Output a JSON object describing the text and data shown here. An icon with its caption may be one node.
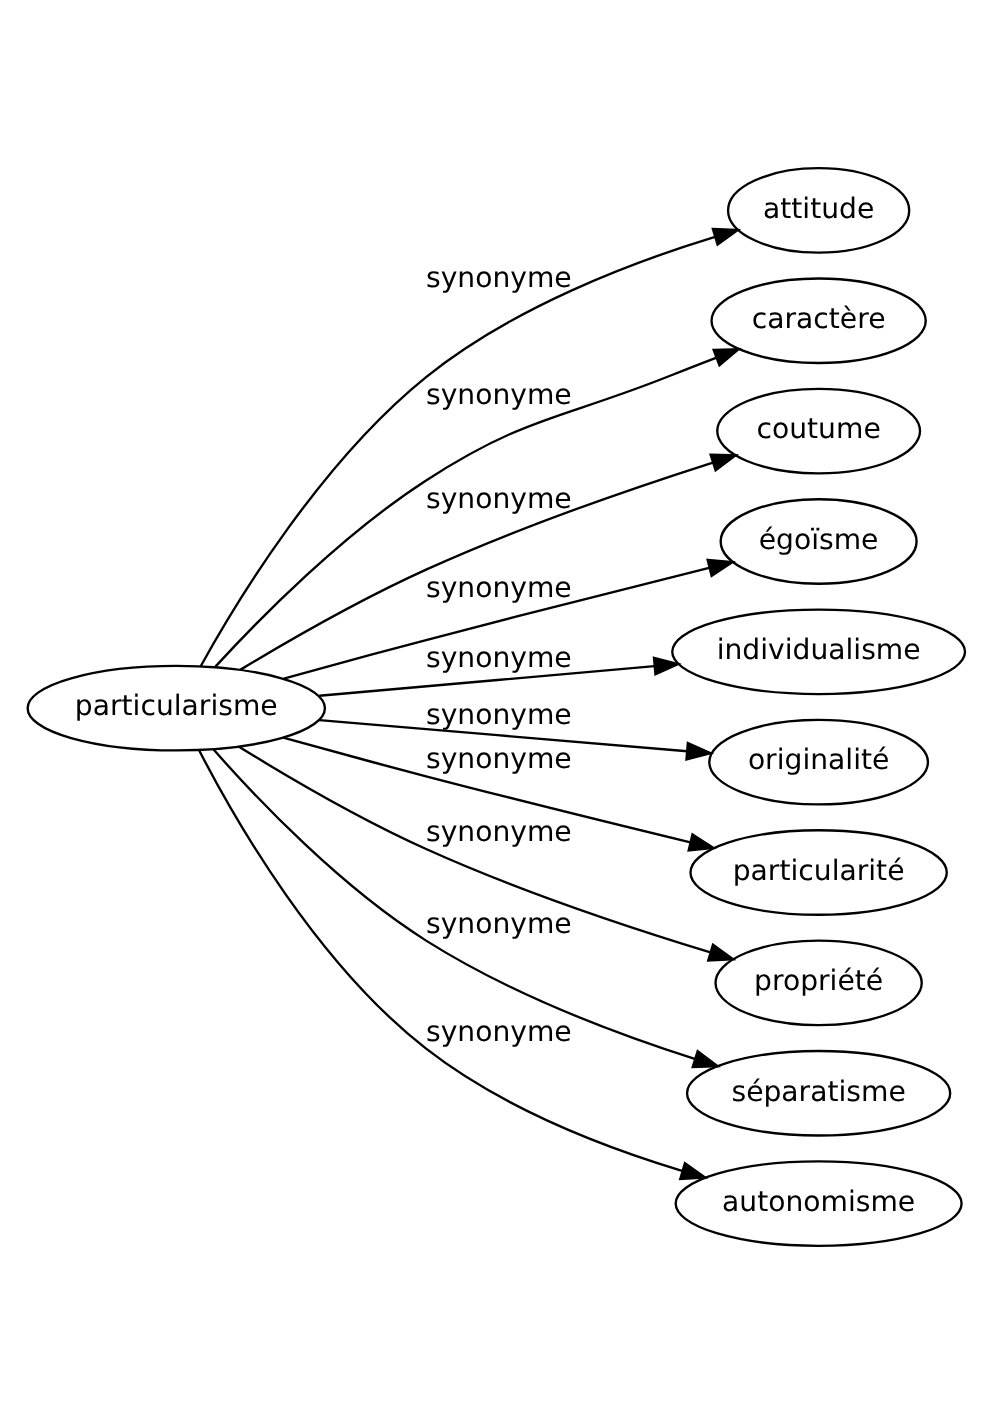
{
  "diagram": {
    "nodes": [
      {
        "text": [
          "particularisme"
        ]
      },
      {
        "text": [
          "attitude"
        ]
      },
      {
        "text": [
          "caractère"
        ]
      },
      {
        "text": [
          "coutume"
        ]
      },
      {
        "text": [
          "égoïsme"
        ]
      },
      {
        "text": [
          "individualisme"
        ]
      },
      {
        "text": [
          "originalité"
        ]
      },
      {
        "text": [
          "particularité"
        ]
      },
      {
        "text": [
          "propriété"
        ]
      },
      {
        "text": [
          "séparatisme"
        ]
      },
      {
        "text": [
          "autonomisme"
        ]
      }
    ],
    "edges": [
      {
        "from": 0,
        "to": 1,
        "arrow": "to",
        "label": "synonyme"
      },
      {
        "from": 0,
        "to": 2,
        "arrow": "to",
        "label": "synonyme"
      },
      {
        "from": 0,
        "to": 3,
        "arrow": "to",
        "label": "synonyme"
      },
      {
        "from": 0,
        "to": 4,
        "arrow": "to",
        "label": "synonyme"
      },
      {
        "from": 0,
        "to": 5,
        "arrow": "to",
        "label": "synonyme"
      },
      {
        "from": 0,
        "to": 6,
        "arrow": "to",
        "label": "synonyme"
      },
      {
        "from": 0,
        "to": 7,
        "arrow": "to",
        "label": "synonyme"
      },
      {
        "from": 0,
        "to": 8,
        "arrow": "to",
        "label": "synonyme"
      },
      {
        "from": 0,
        "to": 9,
        "arrow": "to",
        "label": "synonyme"
      },
      {
        "from": 0,
        "to": 10,
        "arrow": "to",
        "label": "synonyme"
      }
    ]
  }
}
